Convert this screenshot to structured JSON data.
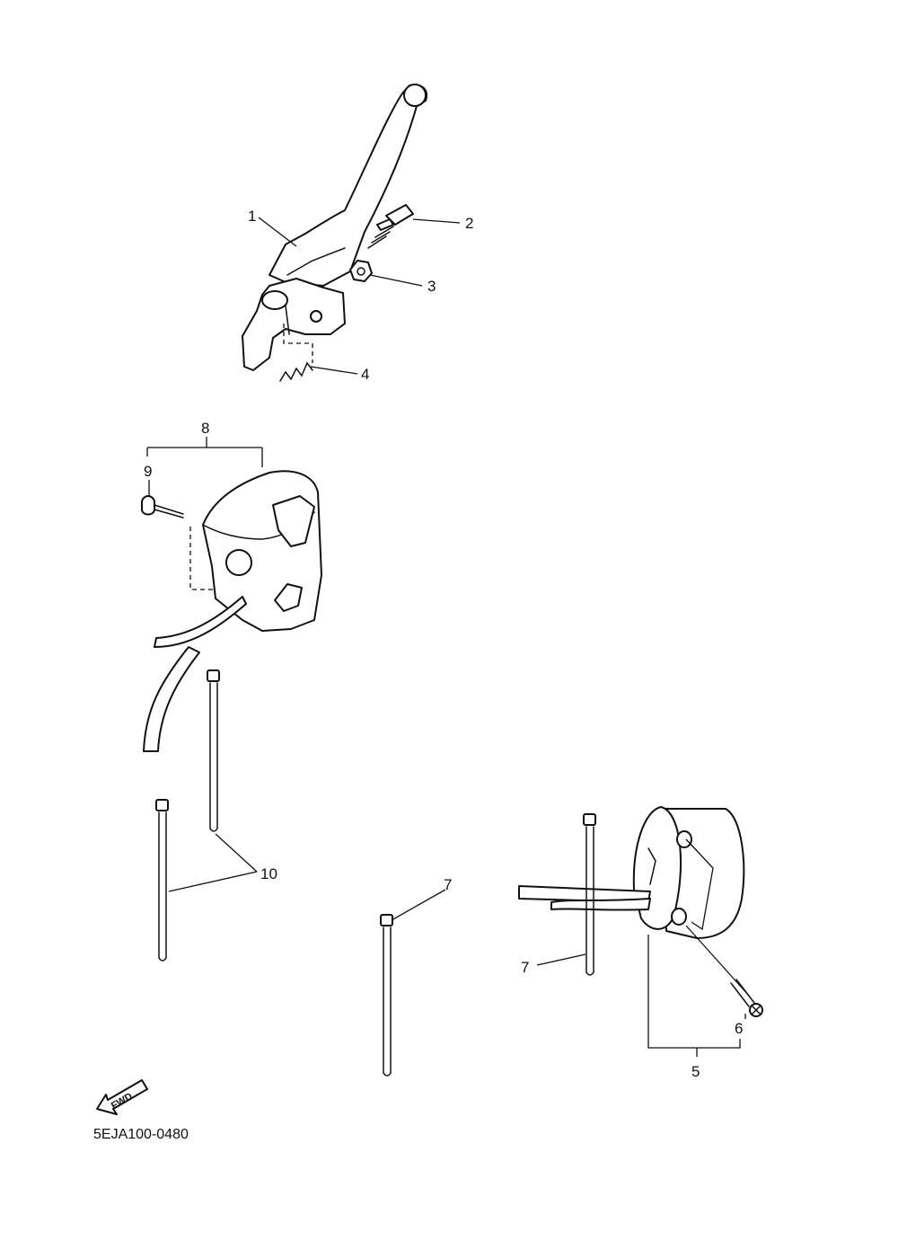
{
  "diagram_code": "5EJA100-0480",
  "direction_label": "FWD",
  "callouts": {
    "lever": "1",
    "lever_bolt": "2",
    "lever_nut": "3",
    "lever_spring": "4",
    "right_switch": "5",
    "right_switch_screw": "6",
    "band_loose": "7",
    "band_right": "7",
    "left_switch": "8",
    "left_switch_screw": "9",
    "bands_left": "10"
  },
  "colors": {
    "line": "#111111",
    "background": "#ffffff"
  },
  "icons": {
    "direction": "fwd-arrow-icon"
  }
}
